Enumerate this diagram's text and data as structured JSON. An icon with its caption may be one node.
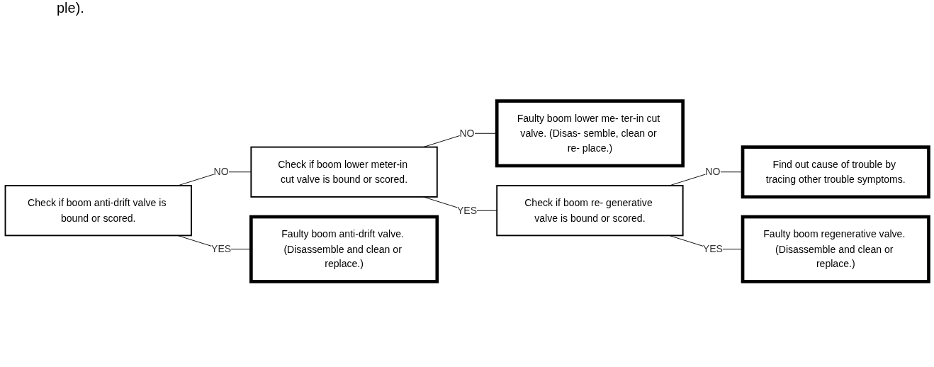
{
  "diagram": {
    "nodes": [
      {
        "text": [
          "Check if boom anti-drift valve is bound or scored."
        ]
      },
      {
        "text": [
          "Check if boom lower meter-in cut valve is bound or scored."
        ]
      },
      {
        "text": [
          "Faulty boom lower me- ter-in cut valve. (Disas- semble, clean or re- place.)"
        ]
      },
      {
        "text": [
          "Check if boom re- generative valve is bound or scored."
        ]
      },
      {
        "text": [
          "Find out cause of trouble by tracing other trouble symptoms."
        ]
      },
      {
        "text": [
          "Faulty boom regenerative valve. (Disassemble and clean or replace.)"
        ]
      },
      {
        "text": [
          "Faulty boom anti-drift valve. (Disassemble and clean or replace.)"
        ]
      }
    ],
    "edges": [
      {
        "from": 0,
        "to": 1,
        "arrow": "none",
        "label": "NO"
      },
      {
        "from": 1,
        "to": 2,
        "arrow": "none",
        "label": "NO"
      },
      {
        "from": 1,
        "to": 3,
        "arrow": "none",
        "label": "YES"
      },
      {
        "from": 3,
        "to": 4,
        "arrow": "none",
        "label": "NO"
      },
      {
        "from": 3,
        "to": 5,
        "arrow": "none",
        "label": "YES"
      },
      {
        "from": 0,
        "to": 6,
        "arrow": "none",
        "label": "YES"
      }
    ],
    "labels": [
      "ple)."
    ]
  }
}
